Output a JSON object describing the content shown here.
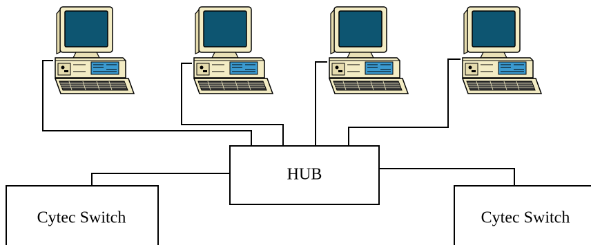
{
  "hub": {
    "label": "HUB"
  },
  "switches": [
    {
      "label": "Cytec Switch"
    },
    {
      "label": "Cytec Switch"
    }
  ],
  "computers": [
    {
      "icon": "desktop-computer-icon"
    },
    {
      "icon": "desktop-computer-icon"
    },
    {
      "icon": "desktop-computer-icon"
    },
    {
      "icon": "desktop-computer-icon"
    }
  ],
  "colors": {
    "case": "#f3ecc4",
    "screen": "#0d5571",
    "monitor_bezel": "#f3ecc4",
    "keyboard": "#f3ecc4",
    "front_panel": "#3b9ad0",
    "outline": "#000000"
  }
}
